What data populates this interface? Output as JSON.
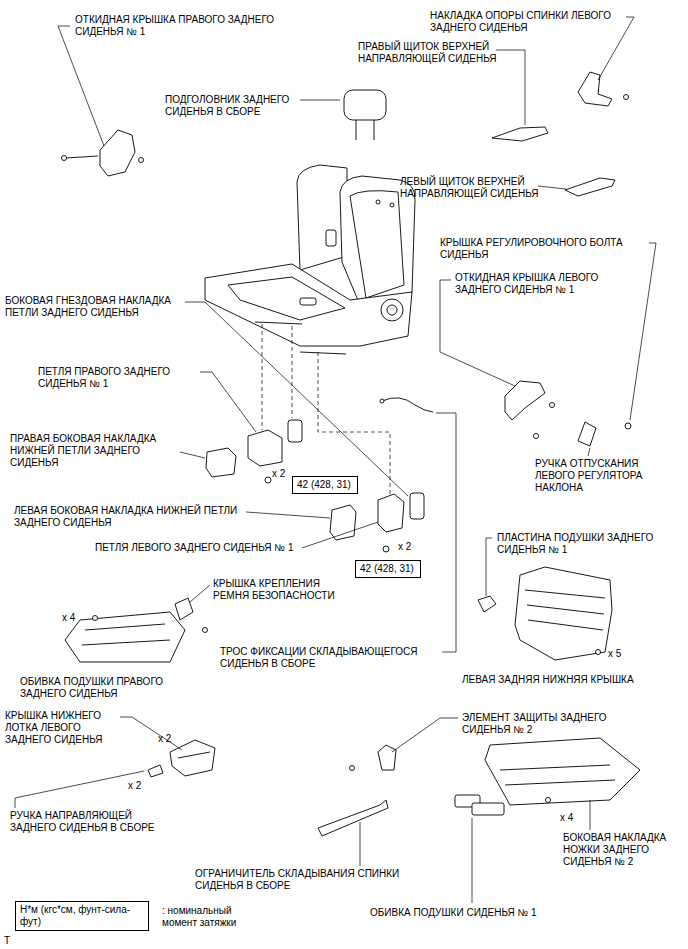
{
  "diagram": {
    "nodes": [
      {
        "text": [
          "42 (428, 31)"
        ]
      },
      {
        "text": [
          "42 (428, 31)"
        ]
      },
      {
        "text": [
          "Н*м (кгс*см, фунт-сила-фут)"
        ]
      }
    ],
    "labels": [
      "ОТКИДНАЯ КРЫШКА ПРАВОГО ЗАДНЕГО СИДЕНЬЯ № 1",
      "НАКЛАДКА ОПОРЫ СПИНКИ ЛЕВОГО ЗАДНЕГО СИДЕНЬЯ",
      "ПРАВЫЙ ЩИТОК ВЕРХНЕЙ НАПРАВЛЯЮЩЕЙ СИДЕНЬЯ",
      "ПОДГОЛОВНИК ЗАДНЕГО СИДЕНЬЯ В СБОРЕ",
      "ЛЕВЫЙ ЩИТОК ВЕРХНЕЙ НАПРАВЛЯЮЩЕЙ СИДЕНЬЯ",
      "КРЫШКА РЕГУЛИРОВОЧНОГО БОЛТА СИДЕНЬЯ",
      "ОТКИДНАЯ КРЫШКА ЛЕВОГО ЗАДНЕГО СИДЕНЬЯ № 1",
      "БОКОВАЯ ГНЕЗДОВАЯ НАКЛАДКА ПЕТЛИ ЗАДНЕГО СИДЕНЬЯ",
      "ПЕТЛЯ ПРАВОГО ЗАДНЕГО СИДЕНЬЯ № 1",
      "ПРАВАЯ БОКОВАЯ НАКЛАДКА НИЖНЕЙ ПЕТЛИ ЗАДНЕГО СИДЕНЬЯ",
      "x 2",
      "x 2",
      "ЛЕВАЯ БОКОВАЯ НАКЛАДКА НИЖНЕЙ ПЕТЛИ ЗАДНЕГО СИДЕНЬЯ",
      "ПЕТЛЯ ЛЕВОГО ЗАДНЕГО СИДЕНЬЯ № 1",
      "РУЧКА ОТПУСКАНИЯ ЛЕВОГО РЕГУЛЯТОРА НАКЛОНА",
      "ПЛАСТИНА ПОДУШКИ ЗАДНЕГО СИДЕНЬЯ № 1",
      "КРЫШКА КРЕПЛЕНИЯ РЕМНЯ БЕЗОПАСНОСТИ",
      "x 4",
      "ТРОС ФИКСАЦИИ СКЛАДЫВАЮЩЕГОСЯ СИДЕНЬЯ В СБОРЕ",
      "x 5",
      "ЛЕВАЯ ЗАДНЯЯ НИЖНЯЯ КРЫШКА",
      "ОБИВКА ПОДУШКИ ПРАВОГО ЗАДНЕГО СИДЕНЬЯ",
      "КРЫШКА НИЖНЕГО ЛОТКА ЛЕВОГО ЗАДНЕГО СИДЕНЬЯ",
      "x 2",
      "x 2",
      "ЭЛЕМЕНТ ЗАЩИТЫ ЗАДНЕГО СИДЕНЬЯ № 2",
      "РУЧКА НАПРАВЛЯЮЩЕЙ ЗАДНЕГО СИДЕНЬЯ В СБОРЕ",
      "x 4",
      "БОКОВАЯ НАКЛАДКА НОЖКИ ЗАДНЕГО СИДЕНЬЯ № 2",
      "ОГРАНИЧИТЕЛЬ СКЛАДЫВАНИЯ СПИНКИ СИДЕНЬЯ В СБОРЕ",
      "ОБИВКА ПОДУШКИ СИДЕНЬЯ № 1",
      ": номинальный момент затяжки",
      "T"
    ]
  }
}
